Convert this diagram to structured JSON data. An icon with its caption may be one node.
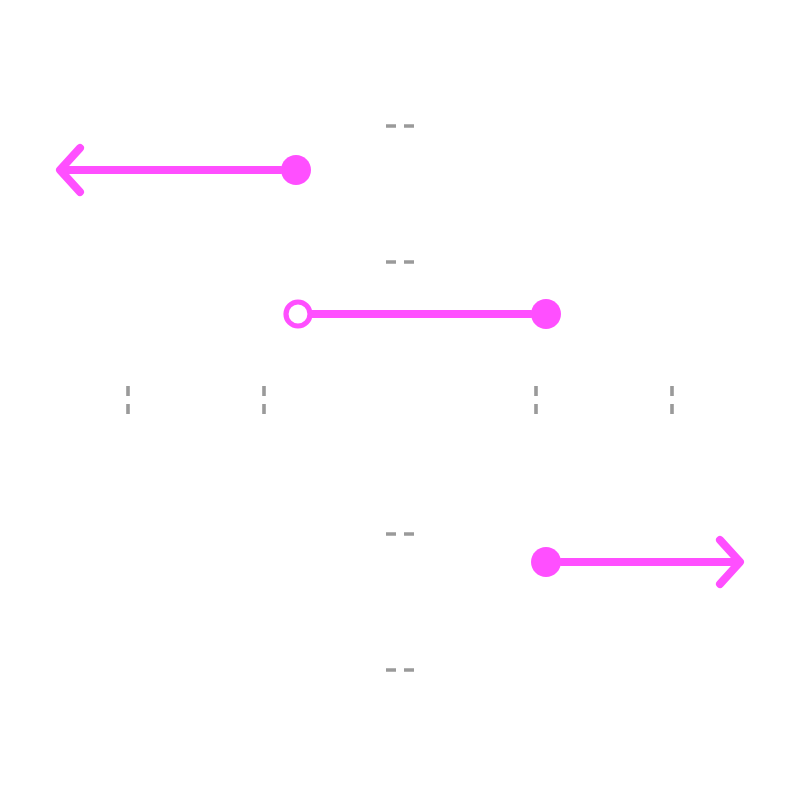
{
  "diagram": {
    "nodes": [
      {
        "text": [],
        "shape": "dot"
      },
      {
        "text": [],
        "shape": "circle"
      },
      {
        "text": [],
        "shape": "dot"
      },
      {
        "text": [],
        "shape": "dot"
      }
    ],
    "edges": [
      {
        "from": 0,
        "to": null,
        "arrow": "to"
      },
      {
        "from": 1,
        "to": 2,
        "arrow": "none"
      },
      {
        "from": 3,
        "to": null,
        "arrow": "to"
      }
    ]
  }
}
